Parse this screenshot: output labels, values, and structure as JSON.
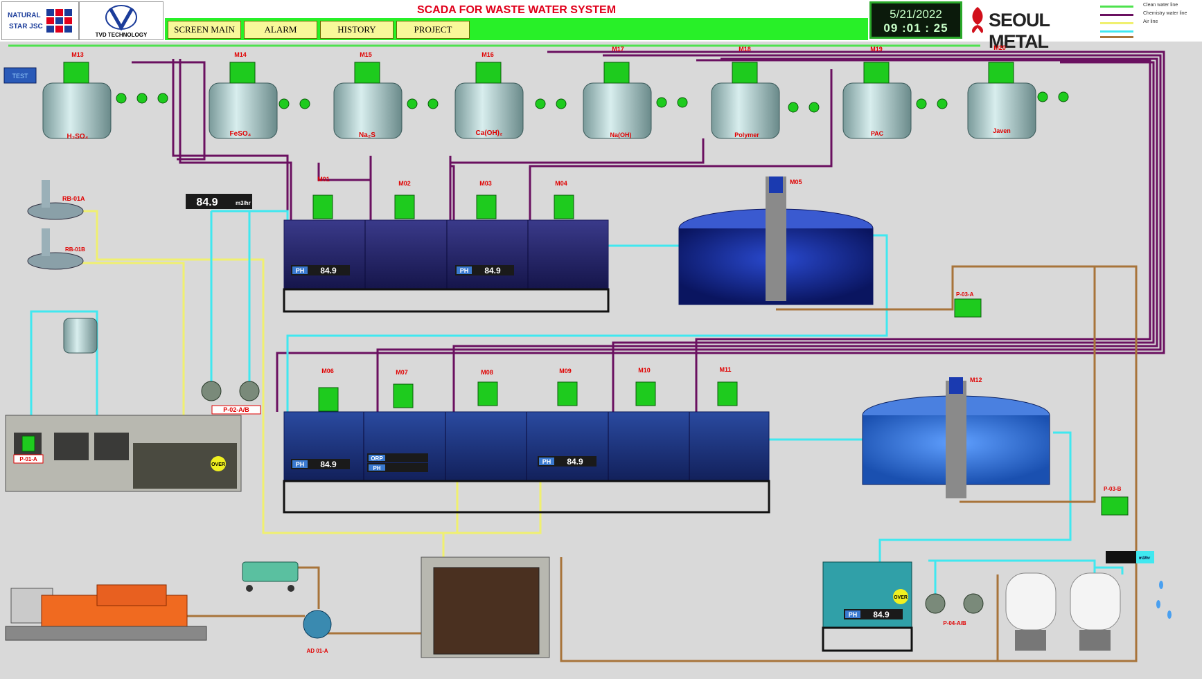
{
  "header": {
    "company_logo_text": [
      "NATURAL",
      "STAR JSC"
    ],
    "partner_logo_text": "TVD TECHNOLOGY",
    "title": "SCADA FOR WASTE WATER SYSTEM",
    "nav": [
      "SCREEN MAIN",
      "ALARM",
      "HISTORY",
      "PROJECT"
    ],
    "date": "5/21/2022",
    "time": "09 :01 : 25",
    "brand": "SEOUL METAL"
  },
  "legend": [
    {
      "label": "Clean water line",
      "color": "#4ee24e"
    },
    {
      "label": "Chemistry water line",
      "color": "#6a1060"
    },
    {
      "label": "Air line",
      "color": "#f0f070"
    },
    {
      "label": "",
      "color": "#40e8f0"
    },
    {
      "label": "",
      "color": "#a8743a"
    }
  ],
  "small_button": "TEST",
  "chemical_tanks": [
    {
      "motor": "M13",
      "label": "H₂SO₄"
    },
    {
      "motor": "M14",
      "label": "FeSO₄"
    },
    {
      "motor": "M15",
      "label": "Na₂S"
    },
    {
      "motor": "M16",
      "label": "Ca(OH)₂"
    },
    {
      "motor": "M17",
      "label": "Na(OH)"
    },
    {
      "motor": "M18",
      "label": "Polymer"
    },
    {
      "motor": "M19",
      "label": "PAC"
    },
    {
      "motor": "M20",
      "label": "Javen"
    }
  ],
  "blowers": [
    "RB-01A",
    "RB-01B"
  ],
  "flow_meter": {
    "value": "84.9",
    "unit": "m3/hr"
  },
  "flow_meter_right_unit": "m3/hr",
  "row1_motors": [
    "M01",
    "M02",
    "M03",
    "M04"
  ],
  "row2_motors": [
    "M06",
    "M07",
    "M08",
    "M09",
    "M10",
    "M11"
  ],
  "clarifier1_motor": "M05",
  "clarifier2_motor": "M12",
  "ph_readouts": {
    "m01": {
      "label": "PH",
      "value": "84.9"
    },
    "m03": {
      "label": "PH",
      "value": "84.9"
    },
    "m06": {
      "label": "PH",
      "value": "84.9"
    },
    "m07_orp": {
      "label": "ORP",
      "value": ""
    },
    "m07_ph": {
      "label": "PH",
      "value": ""
    },
    "m09": {
      "label": "PH",
      "value": "84.9"
    },
    "final": {
      "label": "PH",
      "value": "84.9"
    }
  },
  "pumps": {
    "p01a": "P-01-A",
    "p02ab": "P-02-A/B",
    "p03a": "P-03-A",
    "p03b": "P-03-B",
    "p04ab": "P-04-A/B",
    "ad01a": "AD 01-A"
  },
  "over_labels": [
    "OVER",
    "OVER"
  ]
}
